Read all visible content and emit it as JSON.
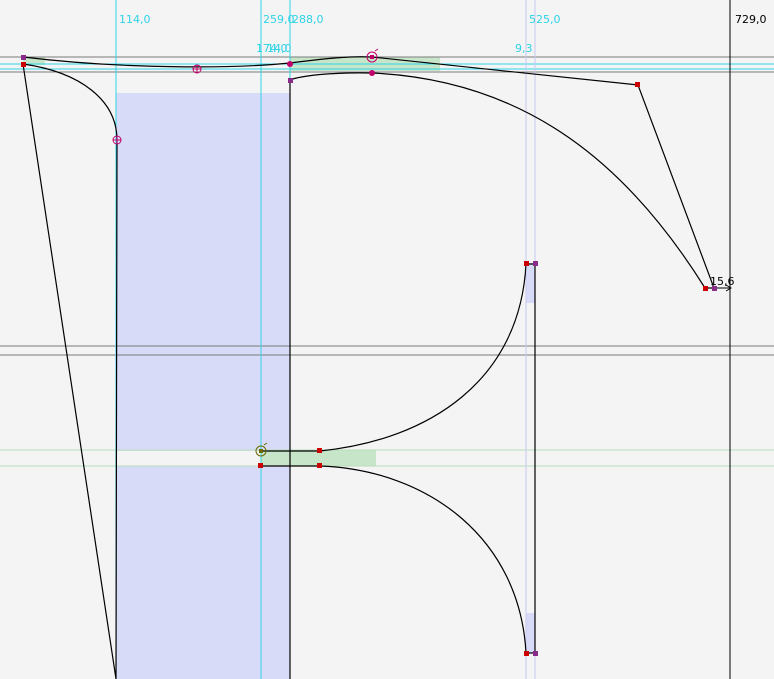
{
  "guides": {
    "vertical_labels": {
      "x114": "114,0",
      "x259": "259,0",
      "x288": "288,0",
      "x525": "525,0",
      "advance": "729,0"
    },
    "stem_labels": {
      "width_a": "174,0",
      "width_b": "14,0",
      "width_c": "9,3"
    },
    "spur_label": "15,6"
  },
  "colors": {
    "background": "#f4f4f4",
    "guide_cyan": "#2fd3e6",
    "guide_gray": "#7a7a7a",
    "guide_green": "#b8dcb8",
    "blue_zone": "#d8dbf7",
    "green_zone": "#c7e6c9",
    "outline": "#000000",
    "point_red": "#cc0000",
    "point_purple": "#8a2a8a",
    "point_magenta": "#c0006a"
  },
  "icons": {
    "point": "square-node-icon",
    "smooth": "crosshair-circle-icon",
    "start": "start-point-icon"
  }
}
